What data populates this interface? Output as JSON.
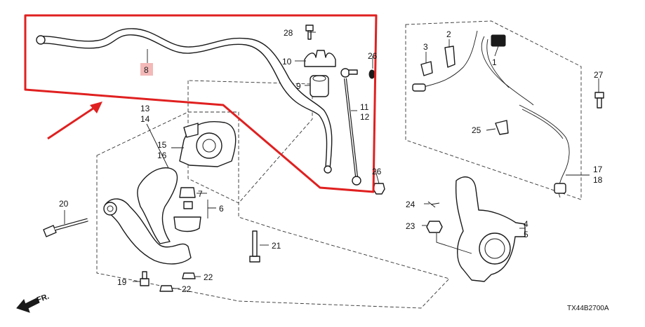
{
  "diagram": {
    "callouts": [
      {
        "id": "p1",
        "text": "1"
      },
      {
        "id": "p2",
        "text": "2"
      },
      {
        "id": "p3",
        "text": "3"
      },
      {
        "id": "p4",
        "text": "4"
      },
      {
        "id": "p5",
        "text": "5"
      },
      {
        "id": "p6",
        "text": "6"
      },
      {
        "id": "p7",
        "text": "7"
      },
      {
        "id": "p8",
        "text": "8"
      },
      {
        "id": "p9",
        "text": "9"
      },
      {
        "id": "p10",
        "text": "10"
      },
      {
        "id": "p11",
        "text": "11"
      },
      {
        "id": "p12",
        "text": "12"
      },
      {
        "id": "p13",
        "text": "13"
      },
      {
        "id": "p14",
        "text": "14"
      },
      {
        "id": "p15",
        "text": "15"
      },
      {
        "id": "p16",
        "text": "16"
      },
      {
        "id": "p17",
        "text": "17"
      },
      {
        "id": "p18",
        "text": "18"
      },
      {
        "id": "p19",
        "text": "19"
      },
      {
        "id": "p20",
        "text": "20"
      },
      {
        "id": "p21",
        "text": "21"
      },
      {
        "id": "p22a",
        "text": "22"
      },
      {
        "id": "p22b",
        "text": "22"
      },
      {
        "id": "p23",
        "text": "23"
      },
      {
        "id": "p24",
        "text": "24"
      },
      {
        "id": "p25",
        "text": "25"
      },
      {
        "id": "p26a",
        "text": "26"
      },
      {
        "id": "p26b",
        "text": "26"
      },
      {
        "id": "p27",
        "text": "27"
      },
      {
        "id": "p28",
        "text": "28"
      }
    ],
    "direction_label": "FR.",
    "diagram_code": "TX44B2700A",
    "highlight_color": "#e02020",
    "highlight_fill": "#f4b8b8"
  }
}
